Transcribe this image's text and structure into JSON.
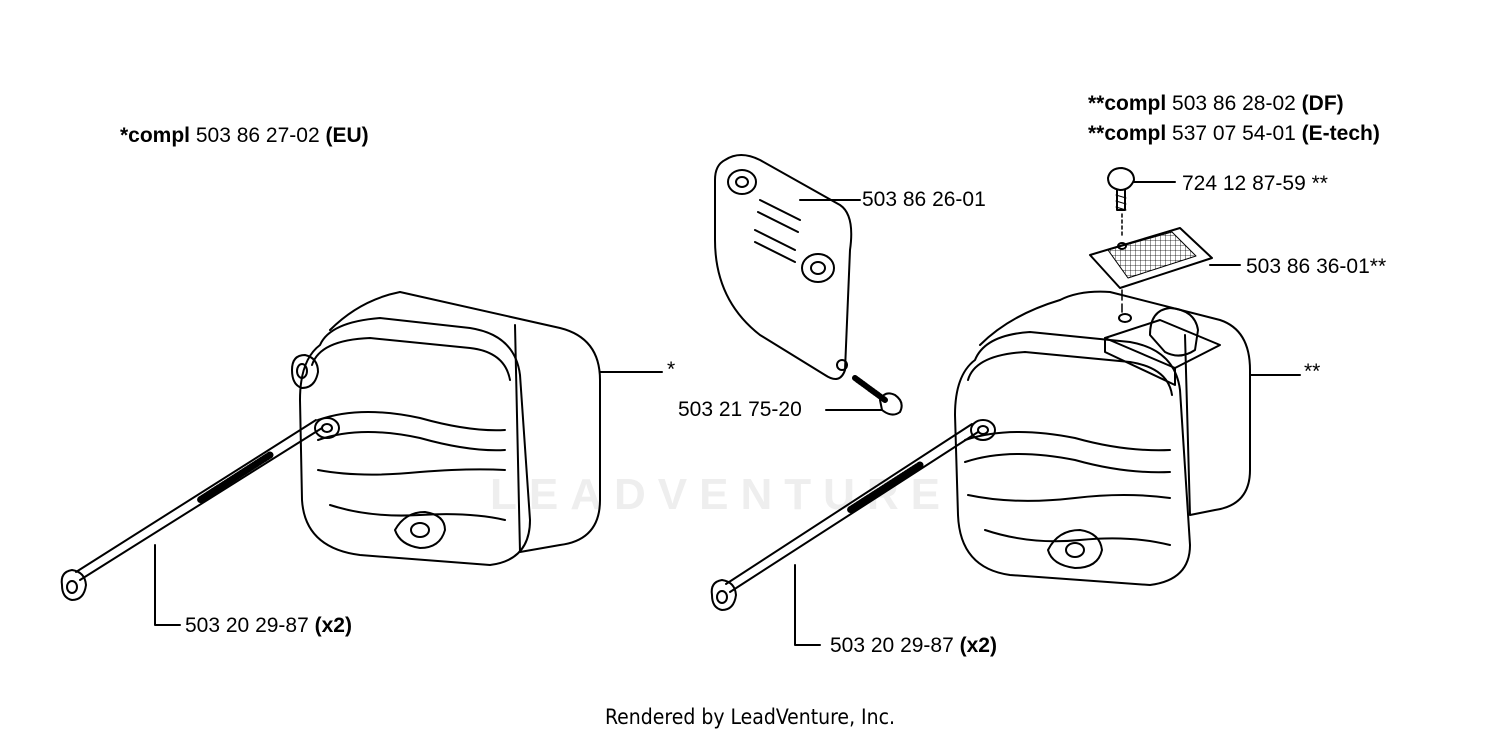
{
  "labels": {
    "left_compl": {
      "prefix": "*compl",
      "number": "503 86 27-02",
      "suffix": "(EU)"
    },
    "right_compl_1": {
      "prefix": "**compl",
      "number": "503 86 28-02",
      "suffix": "(DF)"
    },
    "right_compl_2": {
      "prefix": "**compl",
      "number": "537 07 54-01",
      "suffix": "(E-tech)"
    },
    "bracket": "503 86 26-01",
    "bracket_screw": "503 21 75-20",
    "left_muffler_mark": "*",
    "left_bolt": {
      "number": "503 20 29-87",
      "qty": "(x2)"
    },
    "right_screw": "724 12 87-59 **",
    "spark_screen": "503 86 36-01**",
    "right_muffler_mark": "**",
    "right_bolt": {
      "number": "503 20 29-87",
      "qty": "(x2)"
    }
  },
  "watermark": "LEADVENTURE",
  "footer": "Rendered by LeadVenture, Inc."
}
